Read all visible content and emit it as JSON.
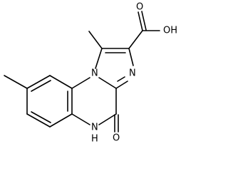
{
  "atoms": {
    "carboxylic_acid_oxygen": "O",
    "hydroxyl": "OH",
    "imidazole_nitrogen": "N",
    "bridgehead_nitrogen": "N",
    "lactam_oxygen": "O",
    "lactam_nh": "N",
    "lactam_h": "H"
  },
  "colors": {
    "bond": "#000000",
    "background": "#ffffff"
  }
}
